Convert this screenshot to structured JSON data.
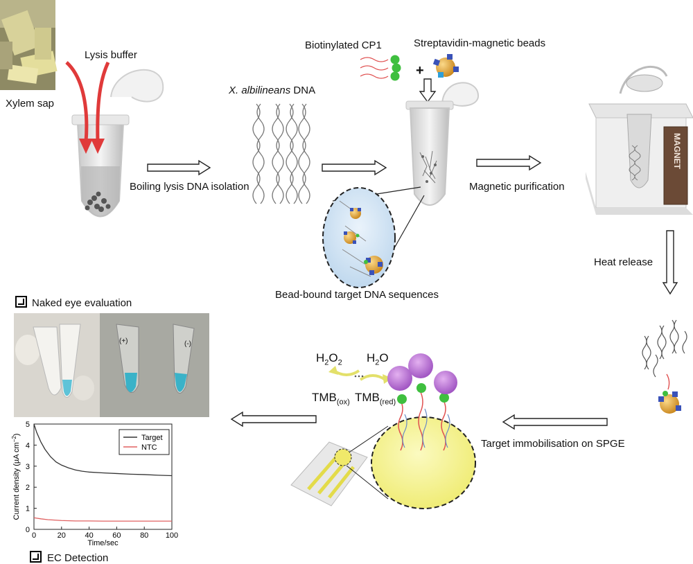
{
  "labels": {
    "xylem_sap": "Xylem sap",
    "lysis_buffer": "Lysis buffer",
    "boiling_lysis": "Boiling lysis DNA isolation",
    "dna_species": "X. albilineans",
    "dna_suffix": " DNA",
    "biotinylated_cp1": "Biotinylated CP1",
    "streptavidin_beads": "Streptavidin-magnetic beads",
    "plus": "+",
    "magnetic_purification": "Magnetic purification",
    "magnet": "MAGNET",
    "heat_release": "Heat release",
    "bead_bound": "Bead-bound target DNA sequences",
    "target_immobilisation": "Target immobilisation on SPGE",
    "naked_eye": "Naked eye evaluation",
    "ec_detection": "EC Detection"
  },
  "reaction": {
    "h2o2_main": "H",
    "h2o2_sub1": "2",
    "h2o2_mid": "O",
    "h2o2_sub2": "2",
    "h2o_main": "H",
    "h2o_sub": "2",
    "h2o_end": "O",
    "tmb_ox_main": "TMB",
    "tmb_ox_sub": "(ox)",
    "tmb_red_main": "TMB",
    "tmb_red_sub": "(red)"
  },
  "photo_marks": {
    "tube_label_1": "(+)",
    "tube_label_2": "(-)"
  },
  "colors": {
    "red_arrow": "#e03a3a",
    "target_line": "#333333",
    "ntc_line": "#e06060",
    "electrode": "#f5f28a",
    "bead": "#e8a83a"
  },
  "chart_data": {
    "type": "line",
    "xlabel": "Time/sec",
    "ylabel_main": "Current density (µA cm",
    "ylabel_sup": "−2",
    "ylabel_end": ")",
    "xlim": [
      0,
      100
    ],
    "ylim": [
      0,
      5
    ],
    "xticks": [
      0,
      20,
      40,
      60,
      80,
      100
    ],
    "yticks": [
      0,
      1,
      2,
      3,
      4,
      5
    ],
    "legend_position": "top-right",
    "series": [
      {
        "name": "Target",
        "color": "#333333",
        "x": [
          0,
          2,
          5,
          8,
          12,
          16,
          20,
          25,
          30,
          35,
          40,
          50,
          60,
          70,
          80,
          90,
          100
        ],
        "y": [
          5.0,
          4.6,
          4.15,
          3.8,
          3.45,
          3.2,
          3.05,
          2.92,
          2.82,
          2.76,
          2.72,
          2.68,
          2.65,
          2.62,
          2.6,
          2.57,
          2.55
        ]
      },
      {
        "name": "NTC",
        "color": "#e06060",
        "x": [
          0,
          5,
          10,
          20,
          30,
          40,
          50,
          60,
          70,
          80,
          90,
          100
        ],
        "y": [
          0.55,
          0.5,
          0.46,
          0.42,
          0.4,
          0.4,
          0.39,
          0.39,
          0.39,
          0.39,
          0.39,
          0.39
        ]
      }
    ]
  }
}
